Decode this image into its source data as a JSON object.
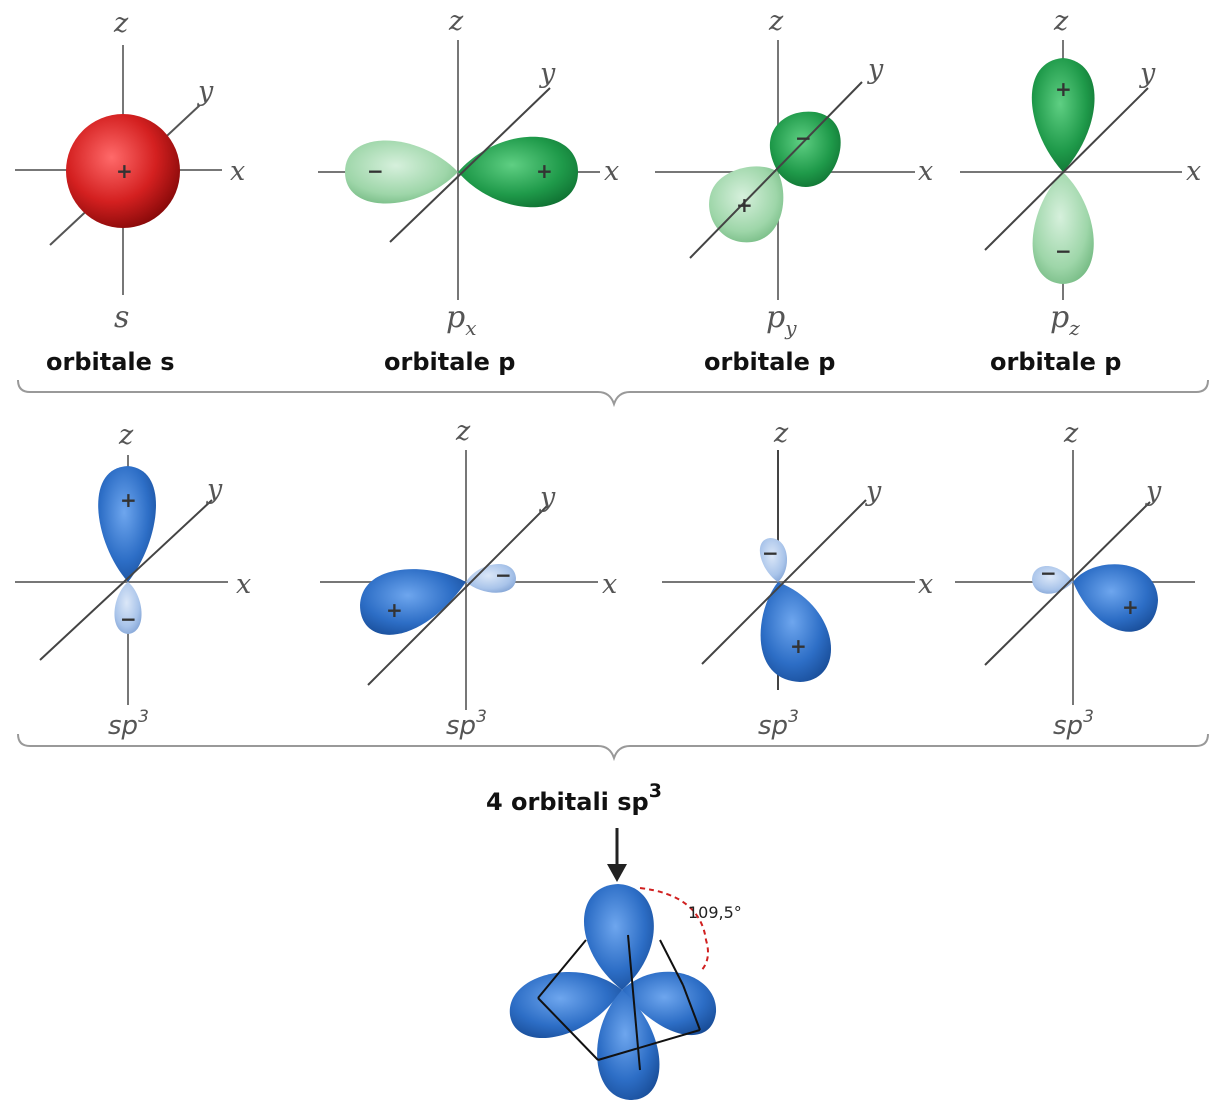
{
  "axes": {
    "x": "x",
    "y": "y",
    "z": "z"
  },
  "signs": {
    "plus": "+",
    "minus": "−"
  },
  "row1": {
    "names": [
      "s",
      "p",
      "p",
      "p"
    ],
    "subscripts": [
      "",
      "x",
      "y",
      "z"
    ],
    "captions": [
      "orbitale s",
      "orbitale p",
      "orbitale p",
      "orbitale p"
    ]
  },
  "row2": {
    "names": [
      "sp",
      "sp",
      "sp",
      "sp"
    ],
    "superscript": "3"
  },
  "summary": {
    "label": "4 orbitali sp",
    "superscript": "3"
  },
  "angle_label": "109,5°",
  "colors": {
    "s_orbital": "#d42020",
    "p_dark": "#1f9a4a",
    "p_light": "#9ed6a9",
    "sp3_dark": "#2d6ec6",
    "sp3_light": "#a9c4ea",
    "axis": "#777777",
    "angle_arc": "#d02020"
  }
}
